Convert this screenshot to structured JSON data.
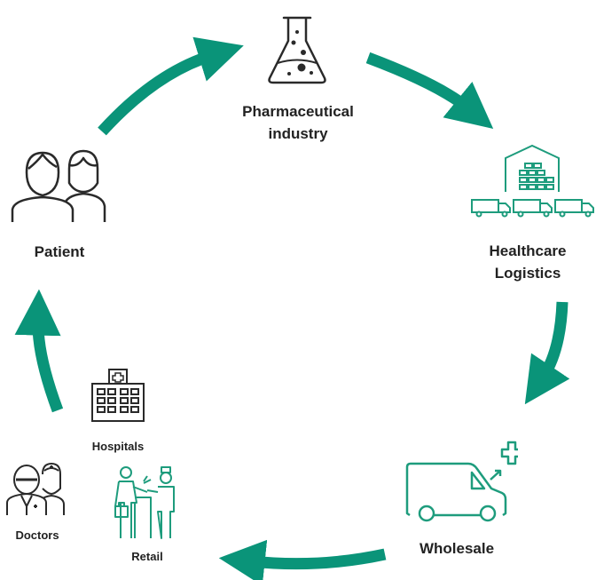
{
  "colors": {
    "arrow": "#0a9479",
    "icon_teal": "#1e9c7d",
    "icon_dark": "#2a2a2a",
    "text": "#222222",
    "background": "#ffffff"
  },
  "nodes": {
    "pharma": {
      "line1": "Pharmaceutical",
      "line2": "industry",
      "icon": "flask-icon"
    },
    "logistics": {
      "line1": "Healthcare",
      "line2": "Logistics",
      "icon": "warehouse-trucks-icon"
    },
    "wholesale": {
      "label": "Wholesale",
      "icon": "delivery-van-icon"
    },
    "hospitals": {
      "label": "Hospitals",
      "icon": "hospital-building-icon"
    },
    "doctors": {
      "label": "Doctors",
      "icon": "doctors-icon"
    },
    "retail": {
      "label": "Retail",
      "icon": "pharmacy-counter-icon"
    },
    "patient": {
      "label": "Patient",
      "icon": "patients-icon"
    }
  }
}
